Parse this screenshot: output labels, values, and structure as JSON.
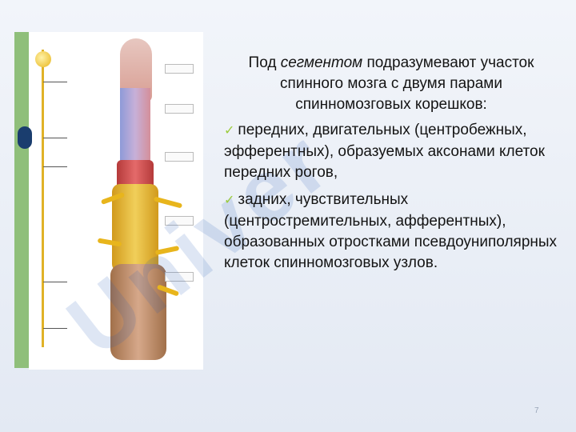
{
  "slide": {
    "intro": {
      "pre": "Под ",
      "emph": "сегментом",
      "post": " подразумевают участок спинного мозга с двумя парами спинномозговых корешков:"
    },
    "items": [
      {
        "text": "передних, двигательных (центробежных, эфферентных), образуемых аксонами клеток передних рогов,"
      },
      {
        "text": "задних, чувствительных (центростремительных, афферентных), образованных отростками псевдоуниполярных клеток спинномозговых узлов."
      }
    ],
    "check_icon": "checkmark-icon",
    "page_number": "7",
    "watermark": "Univer"
  },
  "colors": {
    "checkmark": "#9ccc3c",
    "nerve": "#e8b51c",
    "frame": "#8fbf7a",
    "bullet": "#1a3d6e",
    "watermark": "#1f57b7"
  }
}
